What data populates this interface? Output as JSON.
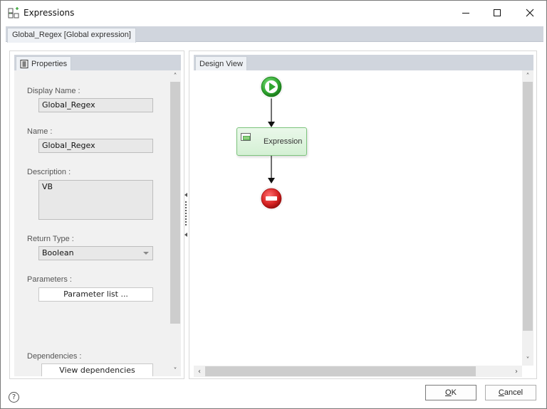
{
  "window": {
    "title": "Expressions",
    "controls": {
      "minimize": "minimize",
      "maximize": "maximize",
      "close": "close"
    }
  },
  "document_tab": {
    "label": "Global_Regex [Global expression]"
  },
  "properties_pane": {
    "tab_label": "Properties",
    "fields": {
      "display_name": {
        "label": "Display Name :",
        "value": "Global_Regex"
      },
      "name": {
        "label": "Name :",
        "value": "Global_Regex"
      },
      "description": {
        "label": "Description :",
        "value": "VB"
      },
      "return_type": {
        "label": "Return Type :",
        "value": "Boolean"
      },
      "parameters": {
        "label": "Parameters :",
        "button": "Parameter list ..."
      },
      "dependencies": {
        "label": "Dependencies :",
        "button": "View dependencies"
      }
    }
  },
  "design_pane": {
    "tab_label": "Design View",
    "nodes": {
      "start": {
        "type": "start",
        "color": "#2fa52f"
      },
      "expression": {
        "label": "Expression",
        "color": "#d4f0d4"
      },
      "end": {
        "type": "end",
        "color": "#d42020"
      }
    }
  },
  "footer": {
    "ok_prefix": "",
    "ok_accel": "O",
    "ok_rest": "K",
    "cancel_accel": "C",
    "cancel_rest": "ancel",
    "help": "?"
  }
}
